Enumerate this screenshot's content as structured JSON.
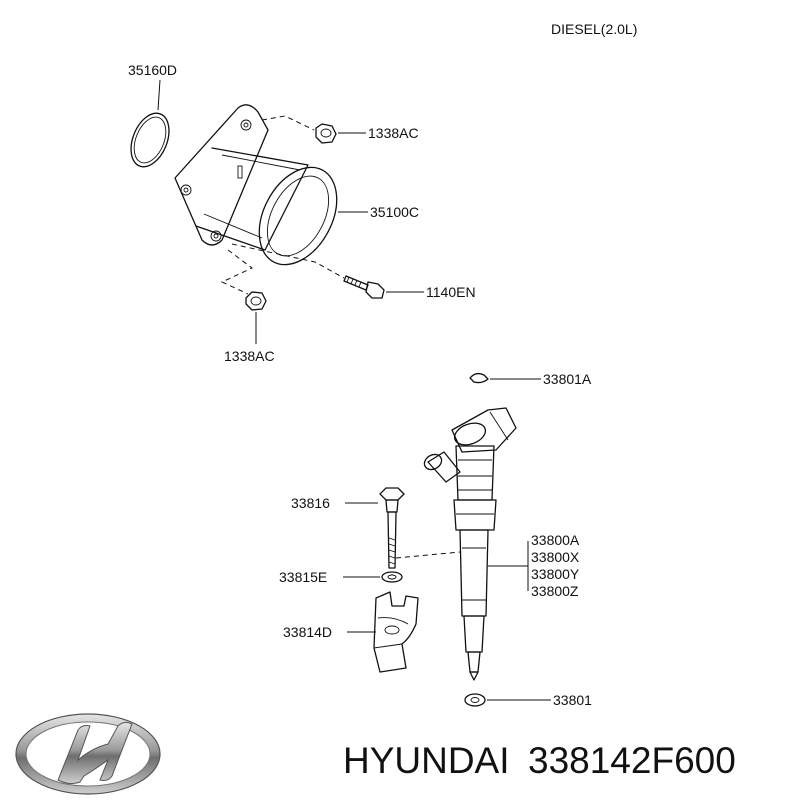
{
  "header": {
    "engine": "DIESEL(2.0L)"
  },
  "callouts": {
    "c35160D": "35160D",
    "c1338AC_top": "1338AC",
    "c35100C": "35100C",
    "c1140EN": "1140EN",
    "c1338AC_bottom": "1338AC",
    "c33801A": "33801A",
    "c33816": "33816",
    "c33815E": "33815E",
    "c33814D": "33814D",
    "c33800A": "33800A",
    "c33800X": "33800X",
    "c33800Y": "33800Y",
    "c33800Z": "33800Z",
    "c33801": "33801"
  },
  "footer": {
    "brand": "HYUNDAI",
    "part_number": "338142F600",
    "logo_icon": "hyundai-logo-icon"
  }
}
